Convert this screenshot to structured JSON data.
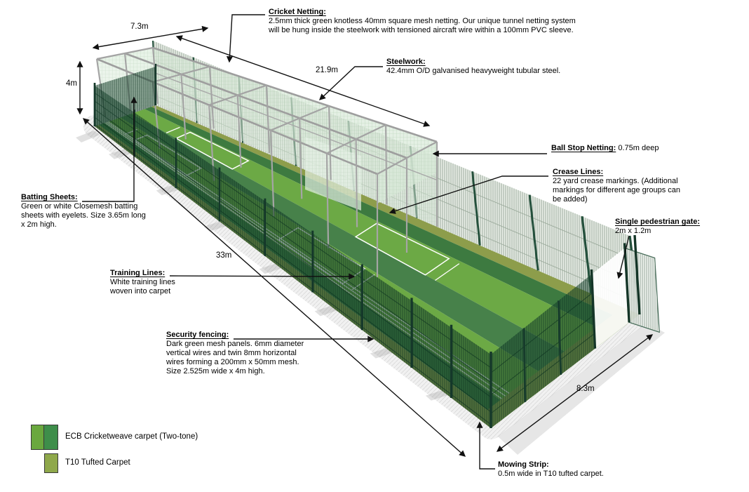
{
  "callouts": {
    "cricket_netting": {
      "title": "Cricket Netting:",
      "lines": [
        "2.5mm thick green knotless 40mm square mesh netting. Our unique tunnel netting system",
        "will be hung inside the steelwork with tensioned aircraft wire within a 100mm PVC sleeve."
      ]
    },
    "steelwork": {
      "title": "Steelwork:",
      "lines": [
        "42.4mm O/D galvanised heavyweight tubular steel."
      ]
    },
    "ball_stop_netting": {
      "title": "Ball Stop Netting:",
      "suffix": " 0.75m deep"
    },
    "crease_lines": {
      "title": "Crease Lines:",
      "lines": [
        "22 yard crease markings. (Additional",
        "markings for different age groups can",
        "be added)"
      ]
    },
    "pedestrian_gate": {
      "title": "Single pedestrian gate:",
      "lines": [
        "2m x 1.2m"
      ]
    },
    "batting_sheets": {
      "title": "Batting Sheets:",
      "lines": [
        "Green or white Closemesh batting",
        "sheets with eyelets. Size 3.65m long",
        "x 2m high."
      ]
    },
    "training_lines": {
      "title": "Training Lines:",
      "lines": [
        "White training lines",
        "woven into carpet"
      ]
    },
    "security_fencing": {
      "title": "Security fencing:",
      "lines": [
        "Dark green mesh panels. 6mm diameter",
        "vertical wires and twin 8mm horizontal",
        "wires forming a 200mm x 50mm mesh.",
        "Size 2.525m wide x 4m high."
      ]
    },
    "mowing_strip": {
      "title": "Mowing Strip:",
      "lines": [
        "0.5m wide in T10 tufted carpet."
      ]
    }
  },
  "dimensions": {
    "cage_width": "7.3m",
    "fence_height": "4m",
    "cage_length": "21.9m",
    "total_length": "33m",
    "end_width": "8.3m"
  },
  "legend": {
    "items": [
      {
        "label": "ECB Cricketweave carpet (Two-tone)",
        "colors": [
          "#6aa83e",
          "#3e8e4a"
        ]
      },
      {
        "label": "T10 Tufted Carpet",
        "colors": [
          "#8fa84b"
        ]
      }
    ]
  },
  "scene_colors": {
    "carpet_light_green": "#6ca945",
    "carpet_dark_green": "#47814a",
    "carpet_edge_dark": "#3d7a40",
    "t10_olive": "#8d9d4b",
    "security_fence_green": "#1d4636",
    "steelwork_gray": "#9e9e9e",
    "netting_pale_green": "#d9e9d9",
    "concrete_white": "#f1f1f1",
    "annotation_black": "#111111"
  }
}
